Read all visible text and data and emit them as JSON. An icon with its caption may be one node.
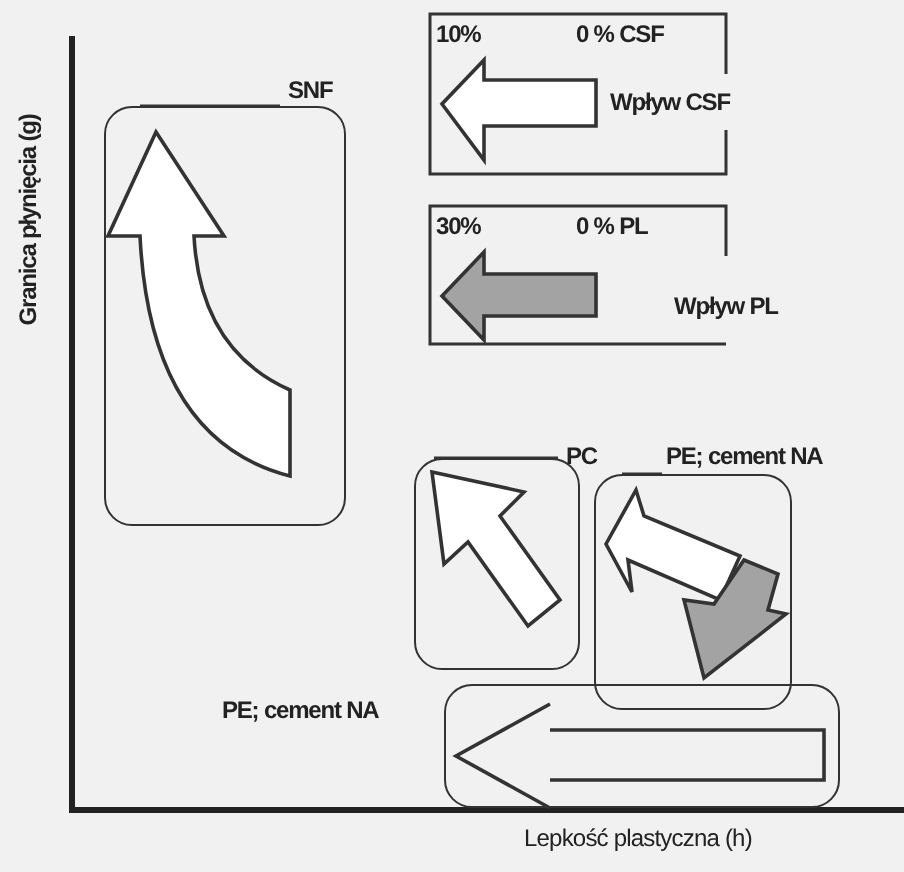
{
  "diagram": {
    "nodes": [
      {
        "text": [
          "10%",
          "0 % CSF",
          "Wpływ CSF"
        ]
      },
      {
        "text": [
          "SNF"
        ]
      },
      {
        "text": [
          "30%",
          "0 % PL",
          "Wpływ PL"
        ]
      },
      {
        "text": [
          "PC"
        ]
      },
      {
        "text": [
          "PE; cement NA"
        ]
      },
      {
        "text": [
          "PE; cement NA"
        ]
      }
    ],
    "labels": [
      "Granica płynięcia (g)",
      "Lepkość plastyczna (h)"
    ]
  }
}
